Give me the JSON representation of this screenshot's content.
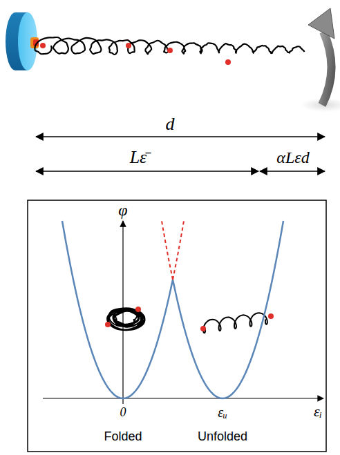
{
  "diagram": {
    "labels": [
      "d",
      "Lε̄",
      "αLεd",
      "φ",
      "εᵢ",
      "0",
      "εᵤ",
      "Folded",
      "Unfolded"
    ]
  }
}
